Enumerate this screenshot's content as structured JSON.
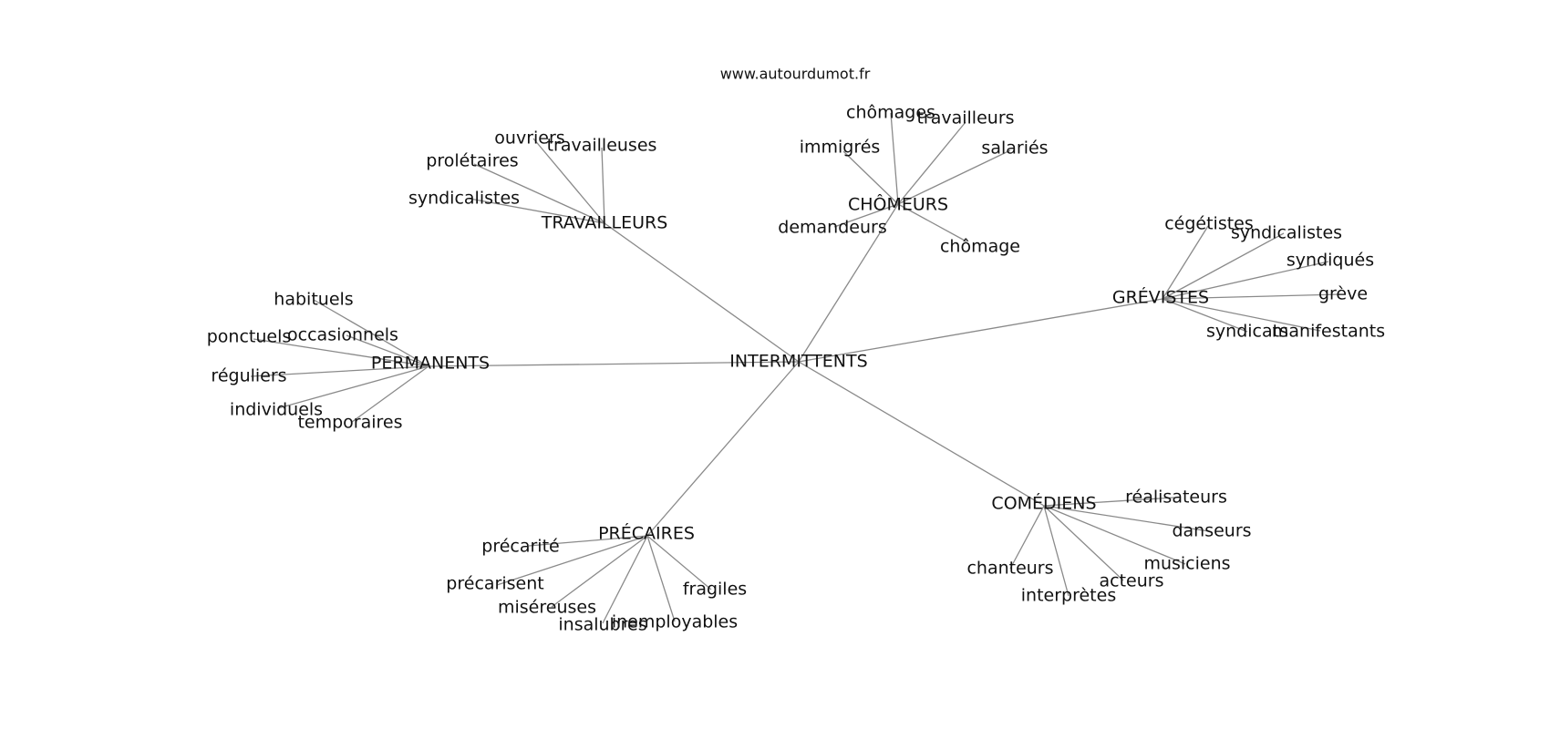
{
  "watermark": "www.autourdumot.fr",
  "graph": {
    "center": "INTERMITTENTS",
    "clusters": [
      {
        "id": "travailleurs",
        "label": "TRAVAILLEURS",
        "leaves": [
          "ouvriers",
          "travailleuses",
          "prolétaires",
          "syndicalistes"
        ]
      },
      {
        "id": "chomeurs",
        "label": "CHÔMEURS",
        "leaves": [
          "chômages",
          "travailleurs",
          "immigrés",
          "salariés",
          "demandeurs",
          "chômage"
        ]
      },
      {
        "id": "grevistes",
        "label": "GRÉVISTES",
        "leaves": [
          "cégétistes",
          "syndicalistes",
          "syndiqués",
          "grève",
          "syndicats",
          "manifestants"
        ]
      },
      {
        "id": "permanents",
        "label": "PERMANENTS",
        "leaves": [
          "habituels",
          "ponctuels",
          "occasionnels",
          "réguliers",
          "individuels",
          "temporaires"
        ]
      },
      {
        "id": "comediens",
        "label": "COMÉDIENS",
        "leaves": [
          "réalisateurs",
          "danseurs",
          "musiciens",
          "chanteurs",
          "acteurs",
          "interprètes"
        ]
      },
      {
        "id": "precaires",
        "label": "PRÉCAIRES",
        "leaves": [
          "précarité",
          "précarisent",
          "miséreuses",
          "fragiles",
          "insalubres",
          "inemployables"
        ]
      }
    ]
  }
}
